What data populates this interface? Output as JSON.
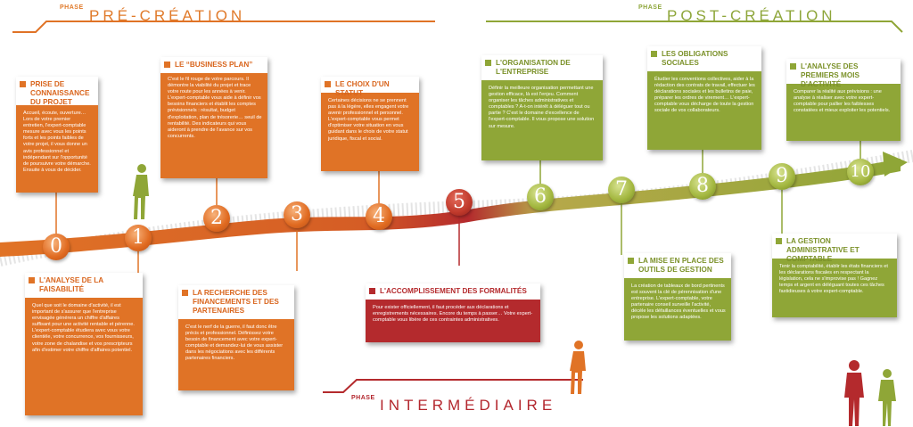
{
  "phases": {
    "pre": {
      "label": "PHASE",
      "title": "PRÉ-CRÉATION"
    },
    "post": {
      "label": "PHASE",
      "title": "POST-CRÉATION"
    },
    "inter": {
      "label": "PHASE",
      "title": "INTERMÉDIAIRE"
    }
  },
  "steps": [
    {
      "number": "0",
      "title": "PRISE DE CONNAISSANCE DU PROJET",
      "text": "Accueil, écoute, ouverture… Lors de votre premier entretien, l'expert-comptable mesure avec vous les points forts et les points faibles de votre projet, il vous donne un avis professionnel et indépendant sur l'opportunité de poursuivre votre démarche. Ensuite à vous de décider."
    },
    {
      "number": "1",
      "title": "L'ANALYSE DE LA FAISABILITÉ",
      "text": "Quel que soit le domaine d'activité, il est important de s'assurer que l'entreprise envisagée générera un chiffre d'affaires suffisant pour une activité rentable et pérenne. L'expert-comptable étudiera avec vous votre clientèle, votre concurrence, vos fournisseurs, votre zone de chalandise et vos prescripteurs afin d'estimer votre chiffre d'affaires potentiel."
    },
    {
      "number": "2",
      "title": "LE “BUSINESS PLAN”",
      "text": "C'est le fil rouge de votre parcours. Il démontre la viabilité du projet et trace votre route pour les années à venir. L'expert-comptable vous aide à définir vos besoins financiers et établit les comptes prévisionnels : résultat, budget d'exploitation, plan de trésorerie… seuil de rentabilité. Des indicateurs qui vous aideront à prendre de l'avance sur vos concurrents."
    },
    {
      "number": "3",
      "title": "LA RECHERCHE DES FINANCEMENTS ET DES PARTENAIRES",
      "text": "C'est le nerf de la guerre, il faut donc être précis et professionnel. Définissez votre besoin de financement avec votre expert-comptable et demandez-lui de vous assister dans les négociations avec les différents partenaires financiers."
    },
    {
      "number": "4",
      "title": "LE CHOIX D'UN STATUT",
      "text": "Certaines décisions ne se prennent pas à la légère, elles engagent votre avenir professionnel et personnel. L'expert-comptable vous permet d'optimiser votre situation en vous guidant dans le choix de votre statut juridique, fiscal et social."
    },
    {
      "number": "5",
      "title": "L'ACCOMPLISSEMENT DES FORMALITÉS",
      "text": "Pour exister officiellement, il faut procéder aux déclarations et enregistrements nécessaires. Encore du temps à passer… Votre expert-comptable vous libère de ces contraintes administratives."
    },
    {
      "number": "6",
      "title": "L'ORGANISATION DE L'ENTREPRISE",
      "text": "Définir la meilleure organisation permettant une gestion efficace, là est l'enjeu. Comment organiser les tâches administratives et comptables ? A-t-on intérêt à déléguer tout ou partie ? C'est le domaine d'excellence de l'expert-comptable. Il vous propose une solution sur mesure."
    },
    {
      "number": "7",
      "title": "LA MISE EN PLACE DES OUTILS DE GESTION",
      "text": "La création de tableaux de bord pertinents est souvent la clé de pérennisation d'une entreprise. L'expert-comptable, votre partenaire conseil surveille l'activité, décèle les défaillances éventuelles et vous propose les solutions adaptées."
    },
    {
      "number": "8",
      "title": "LES OBLIGATIONS SOCIALES",
      "text": "Étudier les conventions collectives, aider à la rédaction des contrats de travail, effectuer les déclarations sociales et les bulletins de paie, préparer les ordres de virement… L'expert-comptable vous décharge de toute la gestion sociale de vos collaborateurs."
    },
    {
      "number": "9",
      "title": "LA GESTION ADMINISTRATIVE ET COMPTABLE",
      "text": "Tenir la comptabilité, établir les états financiers et les déclarations fiscales en respectant la législation, cela ne s'improvise pas ! Gagnez temps et argent en déléguant toutes ces tâches fastidieuses à votre expert-comptable."
    },
    {
      "number": "10",
      "title": "L'ANALYSE DES PREMIERS MOIS D'ACTIVITÉ",
      "text": "Comparer la réalité aux prévisions : une analyse à réaliser avec votre expert-comptable pour pallier les faiblesses constatées et mieux exploiter les potentiels."
    }
  ],
  "colors": {
    "orange": "#e07326",
    "red": "#b42a2d",
    "green": "#8fa637"
  }
}
